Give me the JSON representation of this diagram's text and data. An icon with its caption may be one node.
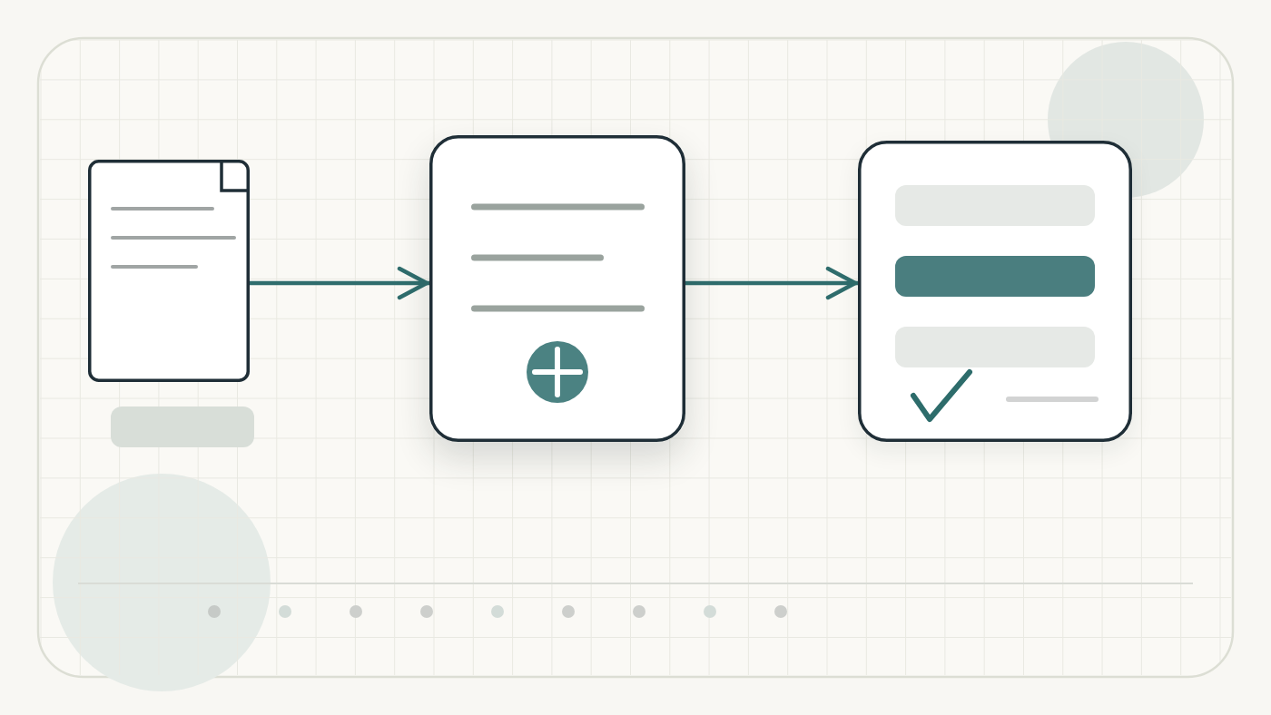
{
  "diagram": {
    "nodes": [
      {
        "text": [],
        "shape": "document"
      },
      {
        "text": [],
        "shape": "box"
      },
      {
        "text": [],
        "shape": "box"
      }
    ],
    "edges": [
      {
        "from": 0,
        "to": 1,
        "arrow": "to"
      },
      {
        "from": 1,
        "to": 2,
        "arrow": "to"
      }
    ]
  }
}
